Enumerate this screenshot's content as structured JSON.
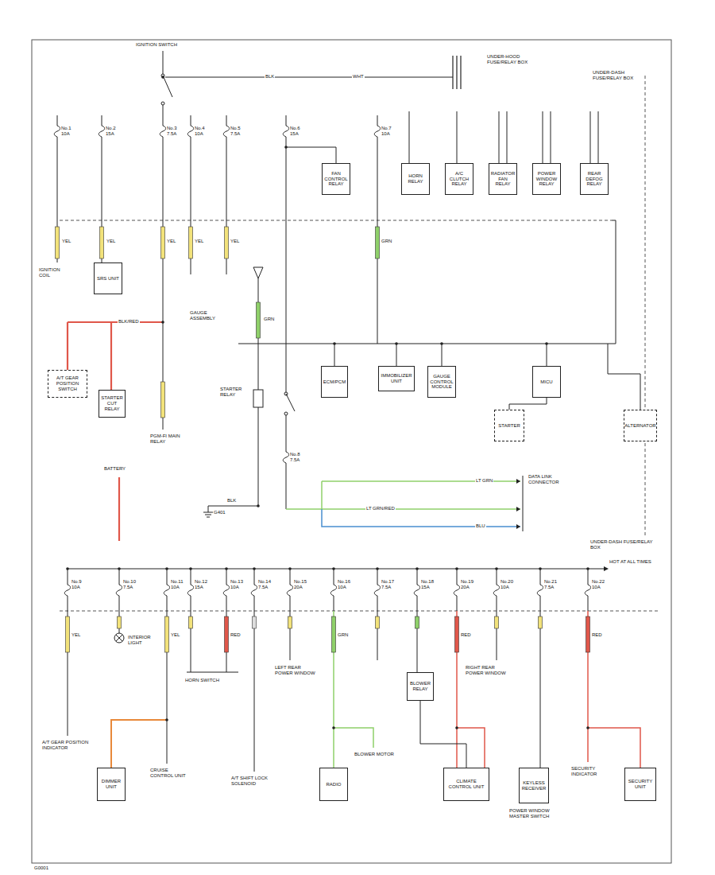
{
  "diagram": {
    "nodes": [
      {
        "text": [
          "FAN CONTROL RELAY"
        ]
      },
      {
        "text": [
          "HORN RELAY"
        ]
      },
      {
        "text": [
          "A/C CLUTCH RELAY"
        ]
      },
      {
        "text": [
          "RADIATOR FAN RELAY"
        ]
      },
      {
        "text": [
          "POWER WINDOW RELAY"
        ]
      },
      {
        "text": [
          "REAR DEFOG RELAY"
        ]
      },
      {
        "text": [
          "SRS UNIT"
        ]
      },
      {
        "text": [
          "A/T GEAR POSITION SWITCH"
        ]
      },
      {
        "text": [
          "STARTER CUT RELAY"
        ]
      },
      {
        "text": [
          "ECM/PCM"
        ]
      },
      {
        "text": [
          "IMMOBILIZER UNIT"
        ]
      },
      {
        "text": [
          "GAUGE CONTROL MODULE"
        ]
      },
      {
        "text": [
          "MICU"
        ]
      },
      {
        "text": [
          "STARTER"
        ]
      },
      {
        "text": [
          "ALTERNATOR"
        ]
      },
      {
        "text": [
          "BLOWER RELAY"
        ]
      },
      {
        "text": [
          "DIMMER UNIT"
        ]
      },
      {
        "text": [
          "RADIO"
        ]
      },
      {
        "text": [
          "CLIMATE CONTROL UNIT"
        ]
      },
      {
        "text": [
          "KEYLESS RECEIVER"
        ]
      },
      {
        "text": [
          "SECURITY UNIT"
        ]
      }
    ],
    "edges": [
      {
        "from": 12,
        "to": 13,
        "arrow": "none"
      },
      {
        "from": 15,
        "to": 18,
        "arrow": "none"
      }
    ],
    "labels": [
      "IGNITION SWITCH",
      "BLK",
      "WHT",
      "UNDER-HOOD FUSE/RELAY BOX",
      "UNDER-DASH FUSE/RELAY BOX",
      "No.1 10A",
      "No.2 15A",
      "No.3 7.5A",
      "No.4 10A",
      "No.5 7.5A",
      "No.6 15A",
      "No.7 10A",
      "YEL",
      "YEL",
      "YEL",
      "YEL",
      "YEL",
      "GRN",
      "IGNITION COIL",
      "BLK/RED",
      "PGM-FI MAIN RELAY",
      "GAUGE ASSEMBLY",
      "GRN",
      "STARTER RELAY",
      "No.8 7.5A",
      "BLK",
      "G401",
      "LT GRN",
      "LT GRN/RED",
      "BLU",
      "DATA LINK CONNECTOR",
      "BATTERY",
      "UNDER-DASH FUSE/RELAY BOX",
      "HOT AT ALL TIMES",
      "No.9 10A",
      "No.10 7.5A",
      "No.11 10A",
      "No.12 15A",
      "No.13 10A",
      "No.14 7.5A",
      "No.15 20A",
      "No.16 10A",
      "No.17 7.5A",
      "No.18 15A",
      "No.19 20A",
      "No.20 10A",
      "No.21 7.5A",
      "No.22 10A",
      "YEL",
      "YEL",
      "RED",
      "GRN",
      "RED",
      "RED",
      "A/T GEAR POSITION INDICATOR",
      "INTERIOR LIGHT",
      "CRUISE CONTROL UNIT",
      "HORN SWITCH",
      "A/T SHIFT LOCK SOLENOID",
      "LEFT REAR POWER WINDOW",
      "BLOWER MOTOR",
      "RIGHT REAR POWER WINDOW",
      "POWER WINDOW MASTER SWITCH",
      "SECURITY INDICATOR",
      "G0001"
    ]
  }
}
